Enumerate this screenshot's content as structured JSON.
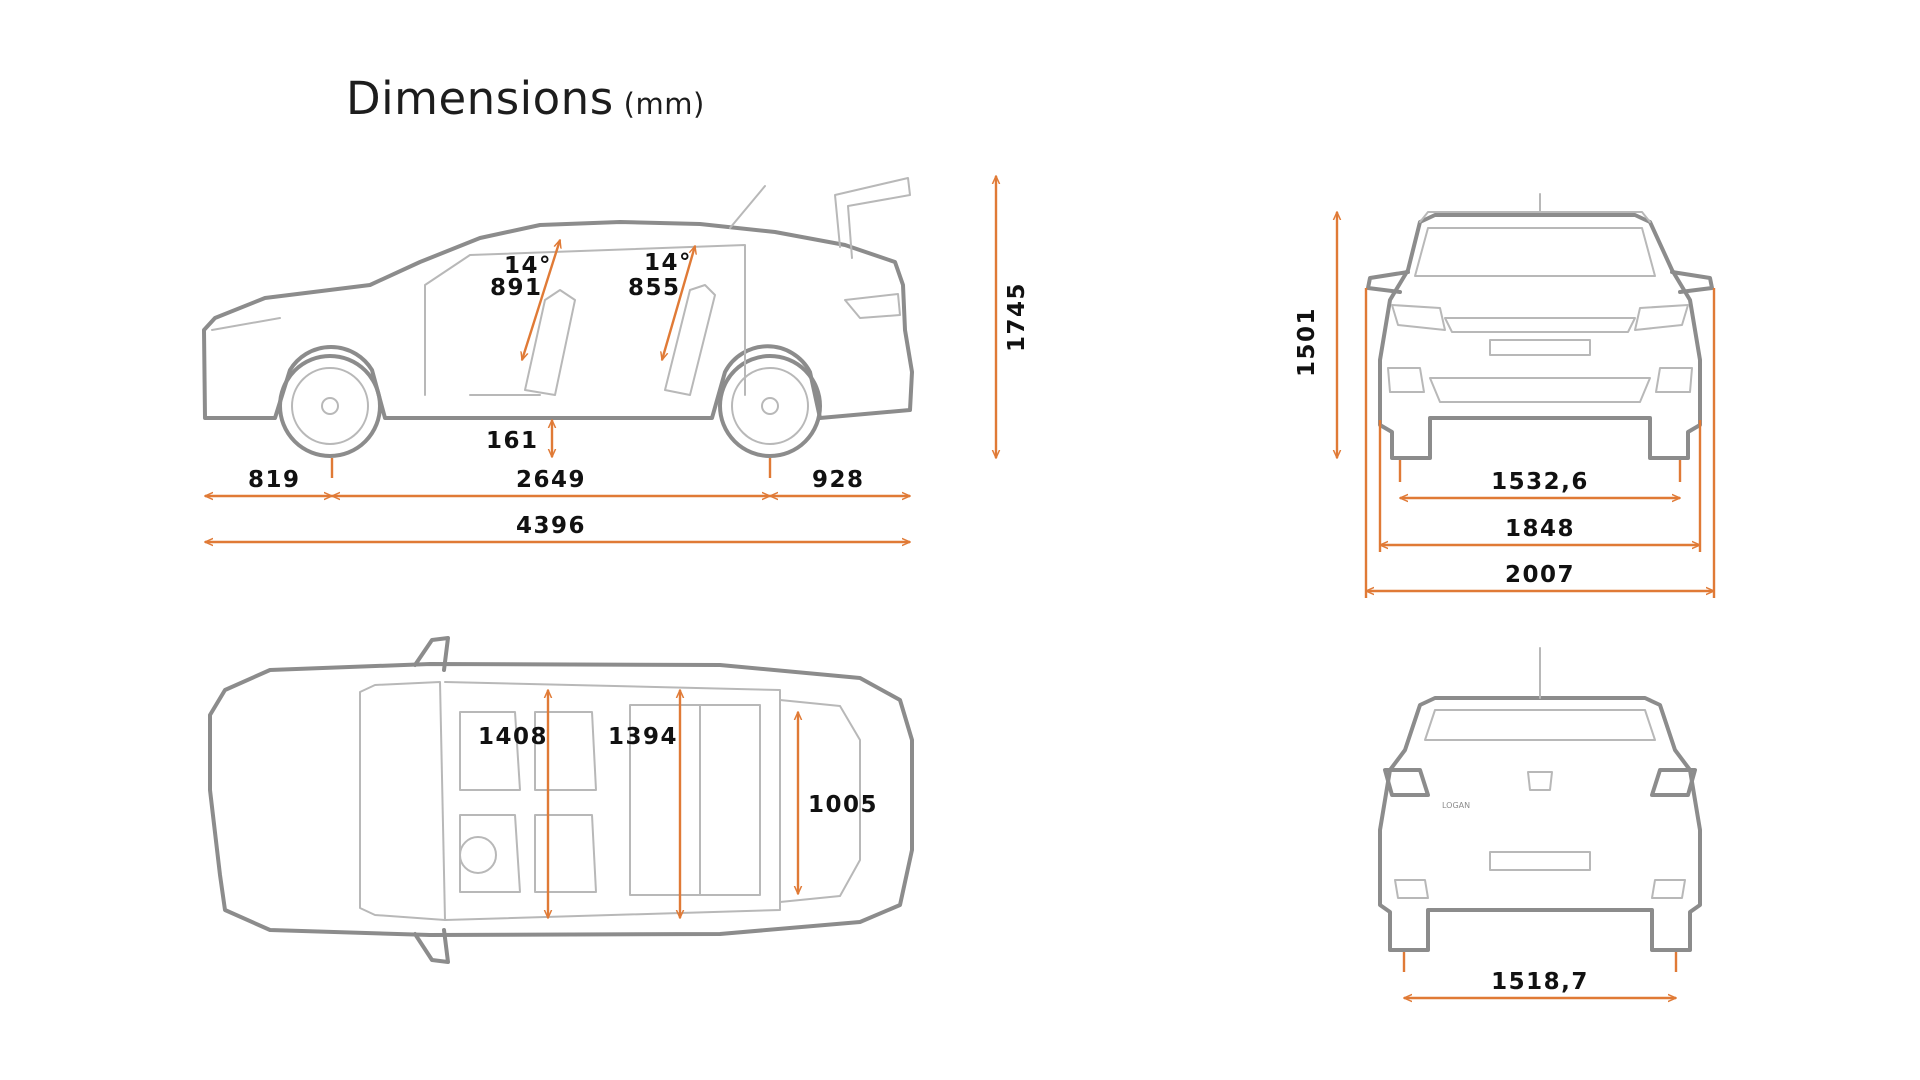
{
  "title": {
    "text": "Dimensions",
    "unit": "(mm)"
  },
  "colors": {
    "dimension": "#e07a36",
    "outline": "#8c8c8c",
    "text": "#111111"
  },
  "side_view": {
    "front_overhang": "819",
    "wheelbase": "2649",
    "rear_overhang": "928",
    "overall_length": "4396",
    "ground_clearance": "161",
    "front_seat_angle": "14°",
    "front_headroom": "891",
    "rear_seat_angle": "14°",
    "rear_headroom": "855",
    "height_tailgate_open": "1745"
  },
  "top_view": {
    "front_elbow_width": "1408",
    "rear_elbow_width": "1394",
    "trunk_width": "1005"
  },
  "front_view": {
    "height": "1501",
    "front_track": "1532,6",
    "width_without_mirrors": "1848",
    "width_with_mirrors": "2007"
  },
  "rear_view": {
    "rear_track": "1518,7",
    "badge": "LOGAN"
  }
}
